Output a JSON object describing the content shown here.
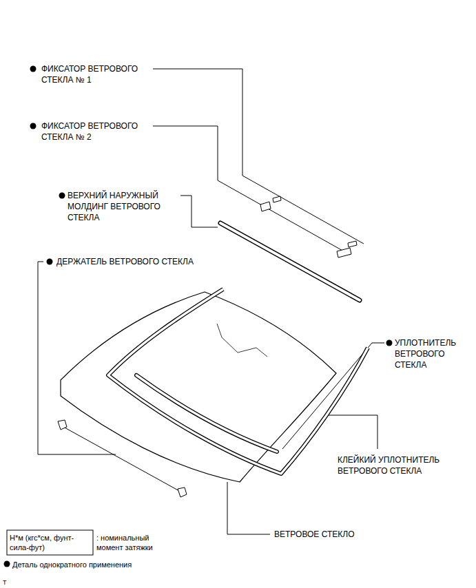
{
  "diagram": {
    "labels": [
      "ФИКСАТОР ВЕТРОВОГО СТЕКЛА № 1",
      "ФИКСАТОР ВЕТРОВОГО СТЕКЛА № 2",
      "ВЕРХНИЙ НАРУЖНЫЙ МОЛДИНГ ВЕТРОВОГО СТЕКЛА",
      "ДЕРЖАТЕЛЬ ВЕТРОВОГО СТЕКЛА",
      "УПЛОТНИТЕЛЬ ВЕТРОВОГО СТЕКЛА",
      "КЛЕЙКИЙ УПЛОТНИТЕЛЬ ВЕТРОВОГО СТЕКЛА",
      "ВЕТРОВОЕ СТЕКЛО",
      "Н*м (кгс*см, фунт-сила-фут)",
      ": номинальный момент затяжки",
      "T"
    ],
    "legend": [
      {
        "text": "Деталь однократного применения"
      }
    ]
  }
}
